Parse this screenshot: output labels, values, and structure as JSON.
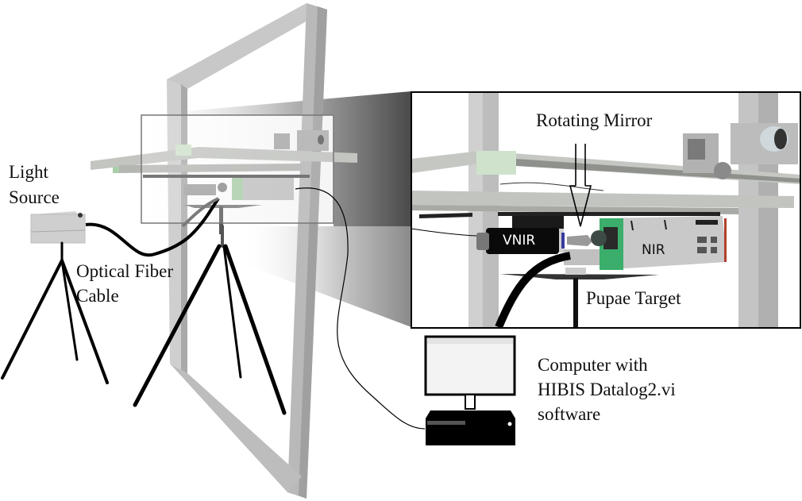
{
  "figure": {
    "title": "Hyperspectral imaging setup schematic",
    "labels": {
      "light_source": [
        "Light",
        "Source"
      ],
      "optical_fiber_cable": [
        "Optical Fiber",
        "Cable"
      ],
      "rotating_mirror": "Rotating Mirror",
      "pupae_target": "Pupae Target",
      "computer": [
        "Computer with",
        "HIBIS Datalog2.vi",
        "software"
      ],
      "vnir_camera": "VNIR",
      "nir_camera": "NIR"
    },
    "colors": {
      "frame_gray": "#bdbdbd",
      "frame_dark": "#9a9a9a",
      "rail_gray": "#b8bab6",
      "accent_green": "#3aae6a",
      "pale_green": "#cfe3cc",
      "camera_black": "#0a0a0a",
      "nir_body": "#c9c9c9",
      "stripe_red": "#b0402a",
      "lens_blue": "#3a3aa0"
    }
  }
}
